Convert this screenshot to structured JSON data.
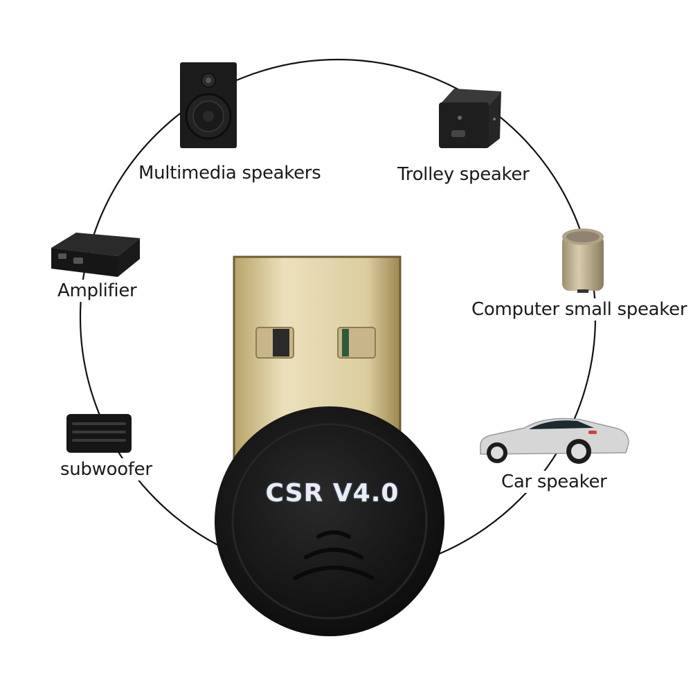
{
  "product": {
    "name_on_cap": "CSR V4.0",
    "connector_color": "#d8c48e",
    "cap_color": "#1b1b1b"
  },
  "devices": [
    {
      "id": "multimedia-speakers",
      "label": "Multimedia speakers"
    },
    {
      "id": "trolley-speaker",
      "label": "Trolley speaker"
    },
    {
      "id": "amplifier",
      "label": "Amplifier"
    },
    {
      "id": "computer-small-speaker",
      "label": "Computer small speaker"
    },
    {
      "id": "subwoofer",
      "label": "subwoofer"
    },
    {
      "id": "car-speaker",
      "label": "Car speaker"
    }
  ],
  "ring": {
    "color": "#111111"
  }
}
